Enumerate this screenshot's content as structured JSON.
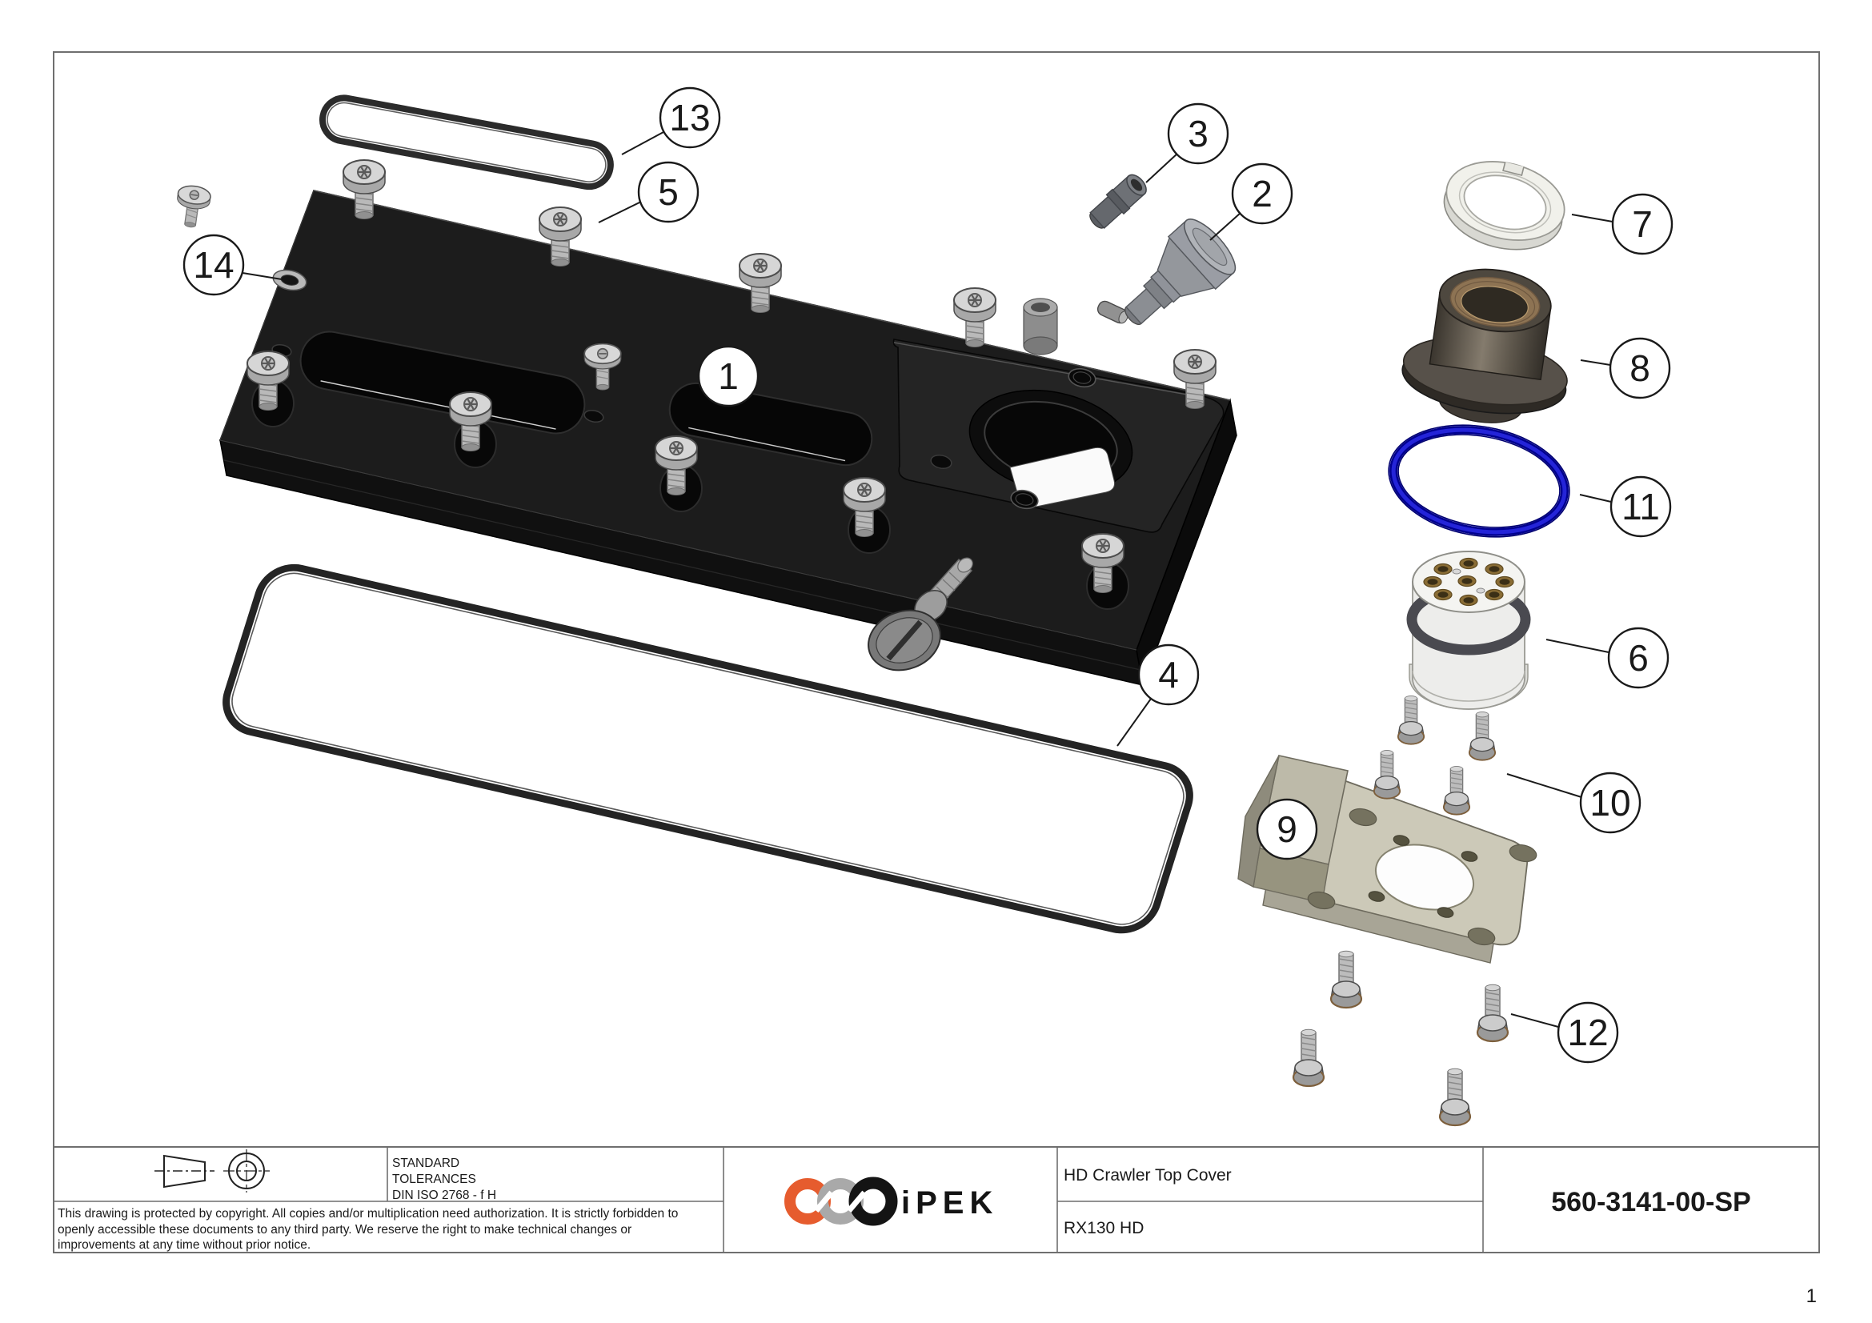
{
  "sheet": {
    "page_number": "1"
  },
  "title_block": {
    "tolerances_line1": "STANDARD",
    "tolerances_line2": "TOLERANCES",
    "tolerances_line3": "DIN ISO 2768 - f H",
    "copyright_line1": "This drawing is protected by copyright. All copies and/or multiplication need authorization. It is strictly forbidden to",
    "copyright_line2": "openly accessible these documents to any third party. We reserve the right to make technical changes or",
    "copyright_line3": "improvements at any time without prior notice.",
    "logo_text": "iPEK",
    "drawing_title": "HD Crawler Top Cover",
    "model": "RX130 HD",
    "part_number": "560-3141-00-SP",
    "colors": {
      "logo_orange": "#E65C2E",
      "logo_gray": "#A9A9A9",
      "logo_black": "#141414",
      "oring_blue": "#2424D8"
    }
  },
  "balloons": [
    {
      "label": "1"
    },
    {
      "label": "2"
    },
    {
      "label": "3"
    },
    {
      "label": "4"
    },
    {
      "label": "5"
    },
    {
      "label": "6"
    },
    {
      "label": "7"
    },
    {
      "label": "8"
    },
    {
      "label": "9"
    },
    {
      "label": "10"
    },
    {
      "label": "11"
    },
    {
      "label": "12"
    },
    {
      "label": "13"
    },
    {
      "label": "14"
    }
  ]
}
